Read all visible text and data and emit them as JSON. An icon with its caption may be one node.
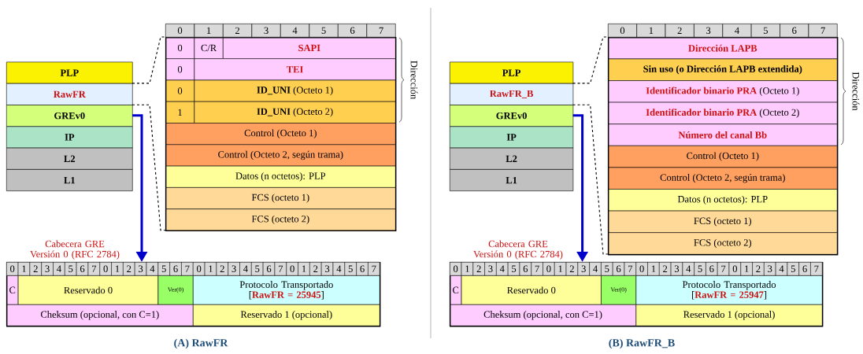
{
  "diagram": {
    "nodes": [
      {
        "text": [
          "PLP"
        ]
      },
      {
        "text": [
          "RawFR"
        ]
      },
      {
        "text": [
          "GREv0"
        ]
      },
      {
        "text": [
          "IP"
        ]
      },
      {
        "text": [
          "L2"
        ]
      },
      {
        "text": [
          "L1"
        ]
      },
      {
        "text": [],
        "shape": "box"
      },
      {
        "text": [
          "0"
        ],
        "in": 6
      },
      {
        "text": [
          "C/R"
        ],
        "in": 6
      },
      {
        "text": [
          "SAPI"
        ],
        "in": 6
      },
      {
        "text": [
          "0"
        ],
        "in": 6
      },
      {
        "text": [
          "TEI"
        ],
        "in": 6
      },
      {
        "text": [
          "0"
        ],
        "in": 6
      },
      {
        "text": [
          "**ID_UNI** (Octeto 1)"
        ],
        "in": 6
      },
      {
        "text": [
          "1"
        ],
        "in": 6
      },
      {
        "text": [
          "**ID_UNI** (Octeto 2)"
        ],
        "in": 6
      },
      {
        "text": [
          "Control (Octeto 1)"
        ],
        "in": 6
      },
      {
        "text": [
          "Control (Octeto 2, según trama)"
        ],
        "in": 6
      },
      {
        "text": [
          "Datos (n octetos): PLP"
        ],
        "in": 6
      },
      {
        "text": [
          "FCS (octeto 1)"
        ],
        "in": 6
      },
      {
        "text": [
          "FCS (octeto 2)"
        ],
        "in": 6
      },
      {
        "text": [],
        "shape": "box"
      },
      {
        "text": [
          "C"
        ],
        "in": 21
      },
      {
        "text": [
          "Reservado 0"
        ],
        "in": 21
      },
      {
        "text": [
          "Ver(0)"
        ],
        "in": 21
      },
      {
        "text": [
          "Protocolo Transportado [**RawFR = 25945**]"
        ],
        "in": 21
      },
      {
        "text": [
          "Cheksum (opcional, con C=1)"
        ],
        "in": 21
      },
      {
        "text": [
          "Reservado 1 (opcional)"
        ],
        "in": 21
      },
      {
        "text": [
          "PLP"
        ]
      },
      {
        "text": [
          "RawFR_B"
        ]
      },
      {
        "text": [
          "GREv0"
        ]
      },
      {
        "text": [
          "IP"
        ]
      },
      {
        "text": [
          "L2"
        ]
      },
      {
        "text": [
          "L1"
        ]
      },
      {
        "text": [],
        "shape": "box"
      },
      {
        "text": [
          "Dirección LAPB"
        ],
        "in": 34
      },
      {
        "text": [
          "Sin uso (o Dirección LAPB extendida)"
        ],
        "in": 34
      },
      {
        "text": [
          "**Identificador binario PRA** (Octeto 1)"
        ],
        "in": 34
      },
      {
        "text": [
          "**Identificador binario PRA** (Octeto 2)"
        ],
        "in": 34
      },
      {
        "text": [
          "Número del canal Bb"
        ],
        "in": 34
      },
      {
        "text": [
          "Control (Octeto 1)"
        ],
        "in": 34
      },
      {
        "text": [
          "Control (Octeto 2, según trama)"
        ],
        "in": 34
      },
      {
        "text": [
          "Datos (n octetos): PLP"
        ],
        "in": 34
      },
      {
        "text": [
          "FCS (octeto 1)"
        ],
        "in": 34
      },
      {
        "text": [
          "FCS (octeto 2)"
        ],
        "in": 34
      },
      {
        "text": [],
        "shape": "box"
      },
      {
        "text": [
          "C"
        ],
        "in": 45
      },
      {
        "text": [
          "Reservado 0"
        ],
        "in": 45
      },
      {
        "text": [
          "Ver(0)"
        ],
        "in": 45
      },
      {
        "text": [
          "Protocolo Transportado [**RawFR = 25947**]"
        ],
        "in": 45
      },
      {
        "text": [
          "Cheksum (opcional, con C=1)"
        ],
        "in": 45
      },
      {
        "text": [
          "Reservado 1 (opcional)"
        ],
        "in": 45
      }
    ],
    "edges": [
      {
        "from": 1,
        "to": 6,
        "arrow": "none",
        "style": "dashed"
      },
      {
        "from": 1,
        "to": 6,
        "arrow": "none",
        "style": "dashed"
      },
      {
        "from": 2,
        "to": 21,
        "arrow": "to",
        "style": "thick",
        "color": "#0000cc"
      },
      {
        "from": 29,
        "to": 34,
        "arrow": "none",
        "style": "dashed"
      },
      {
        "from": 29,
        "to": 34,
        "arrow": "none",
        "style": "dashed"
      },
      {
        "from": 30,
        "to": 45,
        "arrow": "to",
        "style": "thick",
        "color": "#0000cc"
      }
    ],
    "labels": [
      "0",
      "1",
      "2",
      "3",
      "4",
      "5",
      "6",
      "7",
      "Dirección",
      "0",
      "1",
      "2",
      "3",
      "4",
      "5",
      "6",
      "7",
      "0",
      "1",
      "2",
      "3",
      "4",
      "5",
      "6",
      "7",
      "0",
      "1",
      "2",
      "3",
      "4",
      "5",
      "6",
      "7",
      "0",
      "1",
      "2",
      "3",
      "4",
      "5",
      "6",
      "7",
      "(A) RawFR",
      "Cabecera GRE Versión 0 (RFC 2784)",
      "0",
      "1",
      "2",
      "3",
      "4",
      "5",
      "6",
      "7",
      "Dirección",
      "0",
      "1",
      "2",
      "3",
      "4",
      "5",
      "6",
      "7",
      "0",
      "1",
      "2",
      "3",
      "4",
      "5",
      "6",
      "7",
      "0",
      "1",
      "2",
      "3",
      "4",
      "5",
      "6",
      "7",
      "0",
      "1",
      "2",
      "3",
      "4",
      "5",
      "6",
      "7",
      "(B) RawFR_B",
      "Cabecera GRE Versión 0 (RFC 2784)"
    ]
  }
}
